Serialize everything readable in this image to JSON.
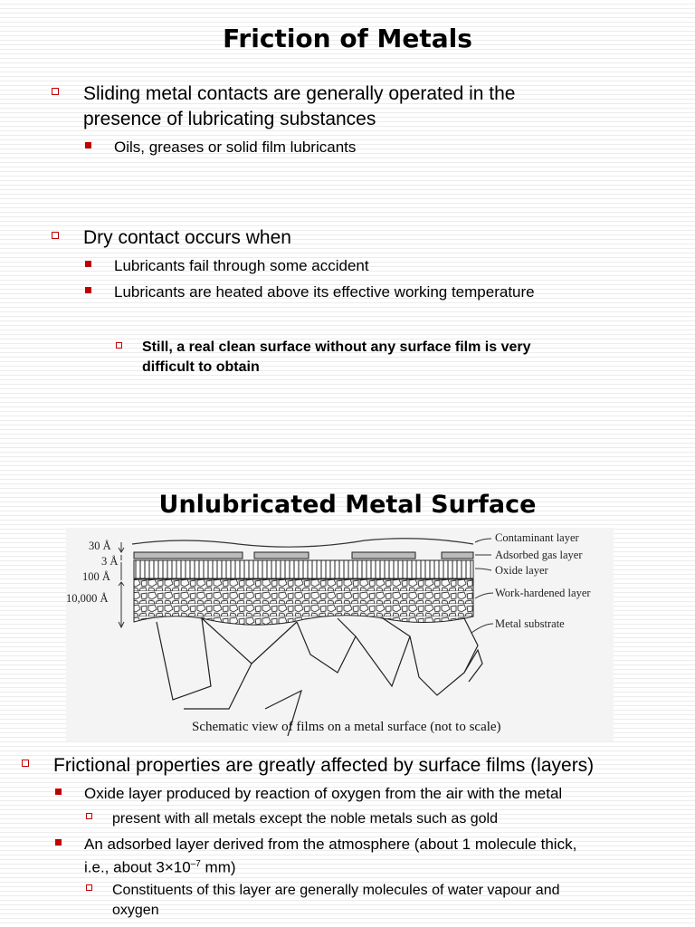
{
  "slide1": {
    "title": "Friction of Metals",
    "bullet1": {
      "line1": "Sliding metal contacts are generally operated in the",
      "line2": "presence of lubricating substances",
      "sub1": "Oils, greases or solid film lubricants"
    },
    "bullet2": {
      "text": "Dry contact occurs when",
      "sub1": "Lubricants fail through some accident",
      "sub2": "Lubricants are heated above its effective working temperature",
      "note_line1": "Still, a real clean surface without any surface film is very",
      "note_line2": "difficult to obtain"
    }
  },
  "slide2": {
    "title": "Unlubricated Metal Surface",
    "figure": {
      "dim_labels": [
        "30 Å",
        "3 Å",
        "100 Å",
        "10,000 Å"
      ],
      "layer_labels": [
        "Contaminant layer",
        "Adsorbed gas layer",
        "Oxide layer",
        "Work-hardened layer",
        "Metal substrate"
      ],
      "caption": "Schematic view of films on a metal surface (not to scale)"
    },
    "bullet1": "Frictional properties are greatly affected by surface films (layers)",
    "sub1": "Oxide layer produced by reaction of oxygen from the air with the metal",
    "sub1a": "present with all metals except the noble metals such as gold",
    "sub2_line1": "An adsorbed layer derived from the atmosphere (about 1 molecule thick,",
    "sub2_line2_prefix": "i.e., about 3",
    "sub2_times": "×",
    "sub2_base": "10",
    "sub2_exp": "–7",
    "sub2_unit": " mm)",
    "sub2a_line1": "Constituents of this layer are generally molecules of water vapour and",
    "sub2a_line2": "oxygen"
  },
  "colors": {
    "bullet_accent": "#c00000",
    "figure_bg": "#f4f4f4"
  }
}
